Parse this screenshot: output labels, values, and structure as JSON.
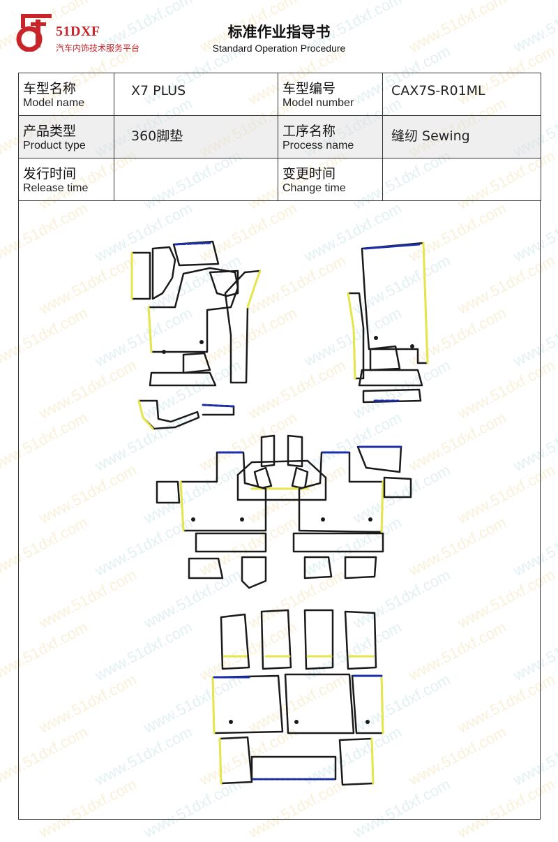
{
  "brand": {
    "name": "51DXF",
    "tagline": "汽车内饰技术服务平台",
    "logo_color": "#c8252b"
  },
  "watermark": "www.51dxf.com",
  "document": {
    "title_cn": "标准作业指导书",
    "title_en": "Standard Operation Procedure"
  },
  "info": {
    "model_name": {
      "label_cn": "车型名称",
      "label_en": "Model name",
      "value": "X7 PLUS"
    },
    "model_number": {
      "label_cn": "车型编号",
      "label_en": "Model number",
      "value": "CAX7S-R01ML"
    },
    "product_type": {
      "label_cn": "产品类型",
      "label_en": "Product type",
      "value": "360脚垫"
    },
    "process_name": {
      "label_cn": "工序名称",
      "label_en": "Process name",
      "value": "缝纫 Sewing"
    },
    "release_time": {
      "label_cn": "发行时间",
      "label_en": "Release time",
      "value": ""
    },
    "change_time": {
      "label_cn": "变更时间",
      "label_en": "Change time",
      "value": ""
    }
  },
  "colors": {
    "outline": "#1a1a1a",
    "edge_yellow": "#e6e64a",
    "edge_blue": "#1c2fa8"
  }
}
